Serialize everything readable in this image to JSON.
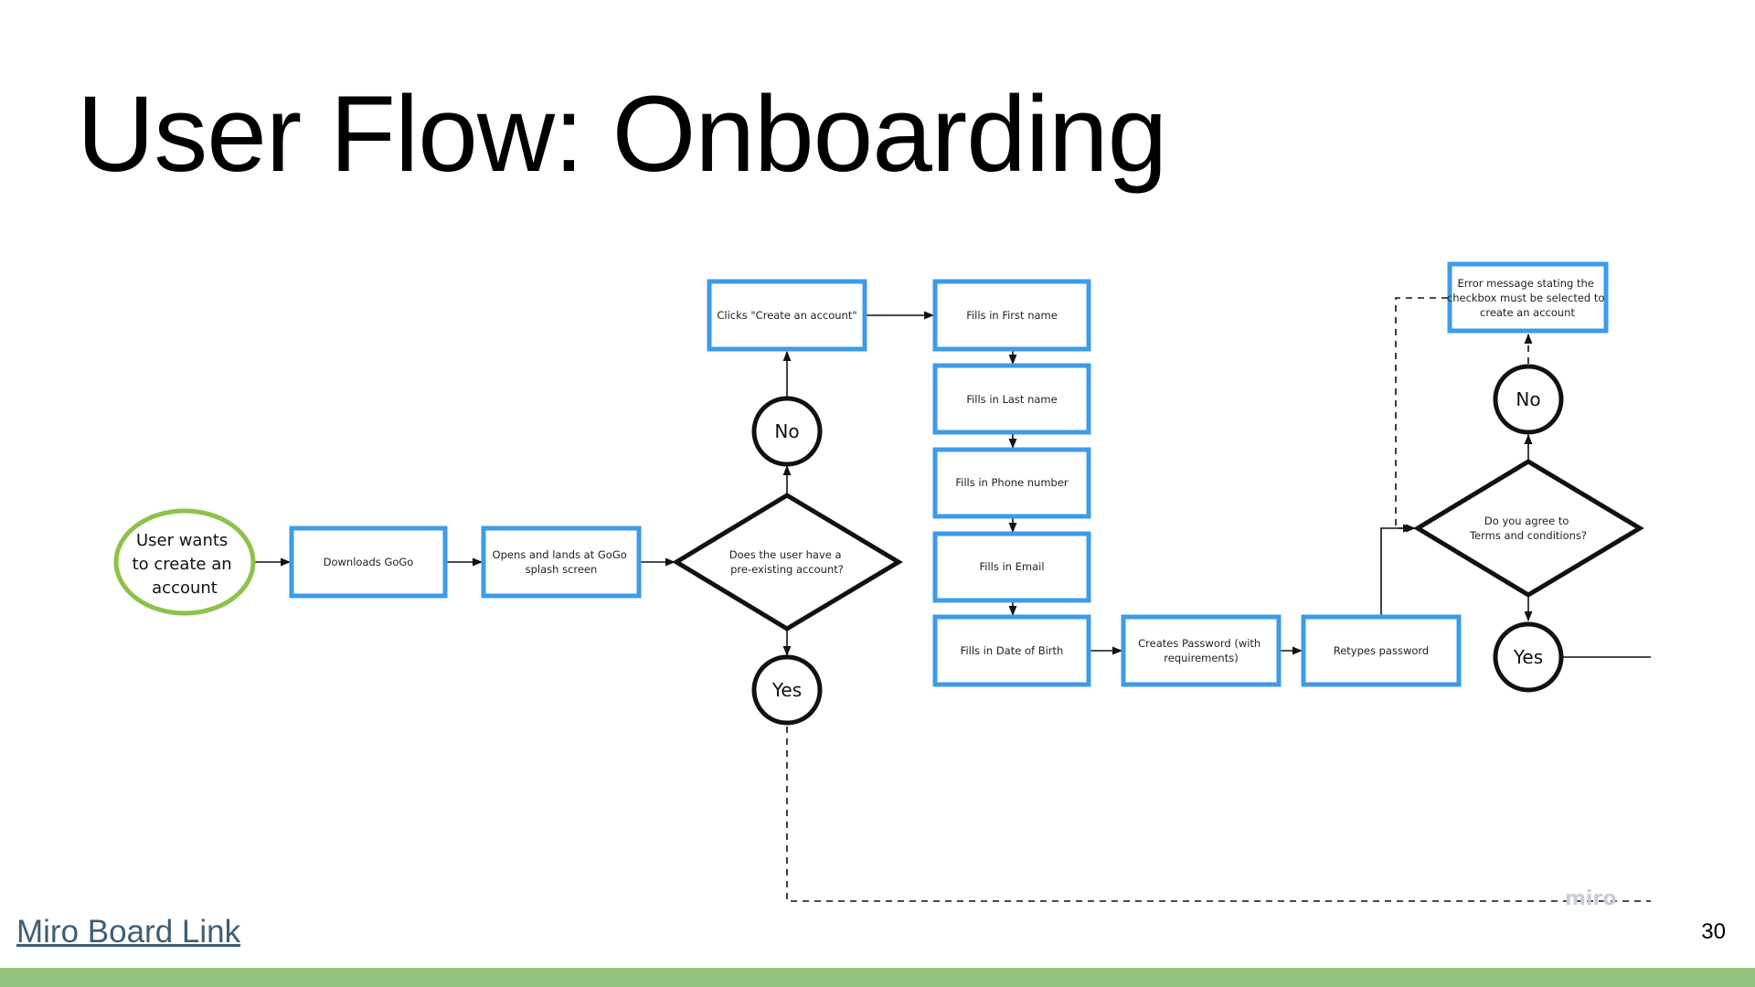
{
  "slide": {
    "title": "User Flow: Onboarding",
    "link_text": "Miro Board Link",
    "page_number": "30",
    "accent_bar_color": "#93c47d"
  },
  "diagram": {
    "colors": {
      "box_border": "#3d9be9",
      "start_border": "#8bc34a",
      "line": "#111111"
    },
    "start": [
      "User wants",
      "to create an",
      "account"
    ],
    "downloads": [
      "Downloads GoGo"
    ],
    "splash": [
      "Opens and lands at GoGo",
      "splash screen"
    ],
    "decision_account": [
      "Does the user have a",
      "pre-existing account?"
    ],
    "no1": "No",
    "yes1": "Yes",
    "create_account": [
      "Clicks \"Create an account\""
    ],
    "first_name": [
      "Fills in First name"
    ],
    "last_name": [
      "Fills in Last name"
    ],
    "phone": [
      "Fills in Phone number"
    ],
    "email": [
      "Fills in Email"
    ],
    "dob": [
      "Fills in Date of Birth"
    ],
    "password": [
      "Creates Password (with",
      "requirements)"
    ],
    "retype": [
      "Retypes password"
    ],
    "decision_terms": [
      "Do you agree to",
      "Terms and conditions?"
    ],
    "no2": "No",
    "yes2": "Yes",
    "error": [
      "Error message stating the",
      "checkbox must be selected to",
      "create an account"
    ],
    "watermark": "miro"
  }
}
